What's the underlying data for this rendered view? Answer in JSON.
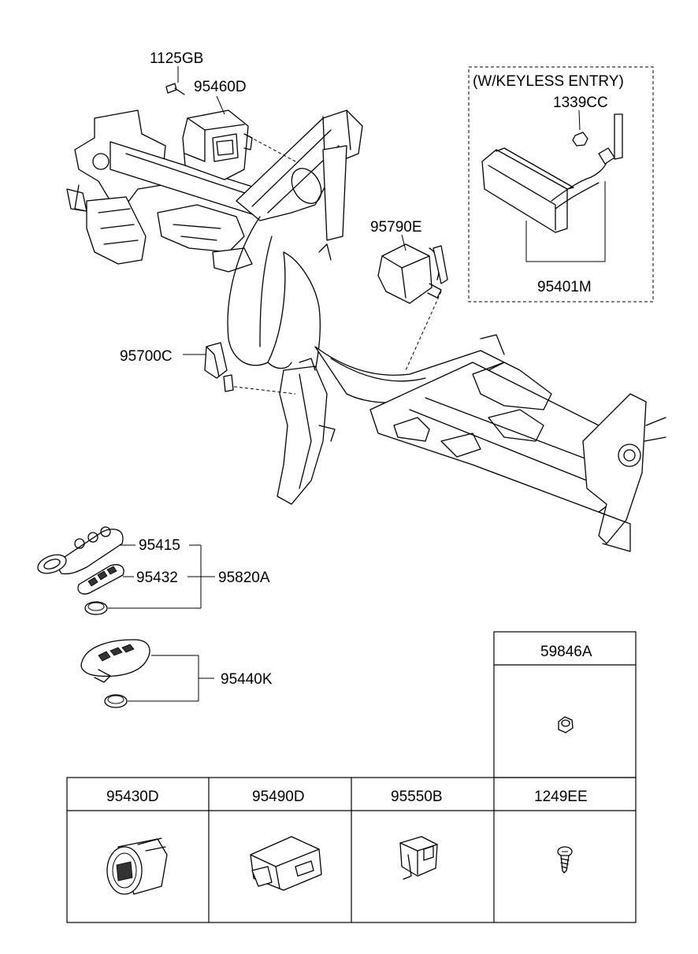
{
  "colors": {
    "line": "#000000",
    "background": "#ffffff"
  },
  "callouts": {
    "p_1125GB": "1125GB",
    "p_95460D": "95460D",
    "p_95790E": "95790E",
    "p_95700C": "95700C",
    "p_95415": "95415",
    "p_95432": "95432",
    "p_95820A": "95820A",
    "p_95440K": "95440K"
  },
  "keyless_box": {
    "title": "(W/KEYLESS ENTRY)",
    "nut": "1339CC",
    "module": "95401M"
  },
  "parts_table": {
    "top_right": "59846A",
    "columns": [
      "95430D",
      "95490D",
      "95550B",
      "1249EE"
    ]
  }
}
